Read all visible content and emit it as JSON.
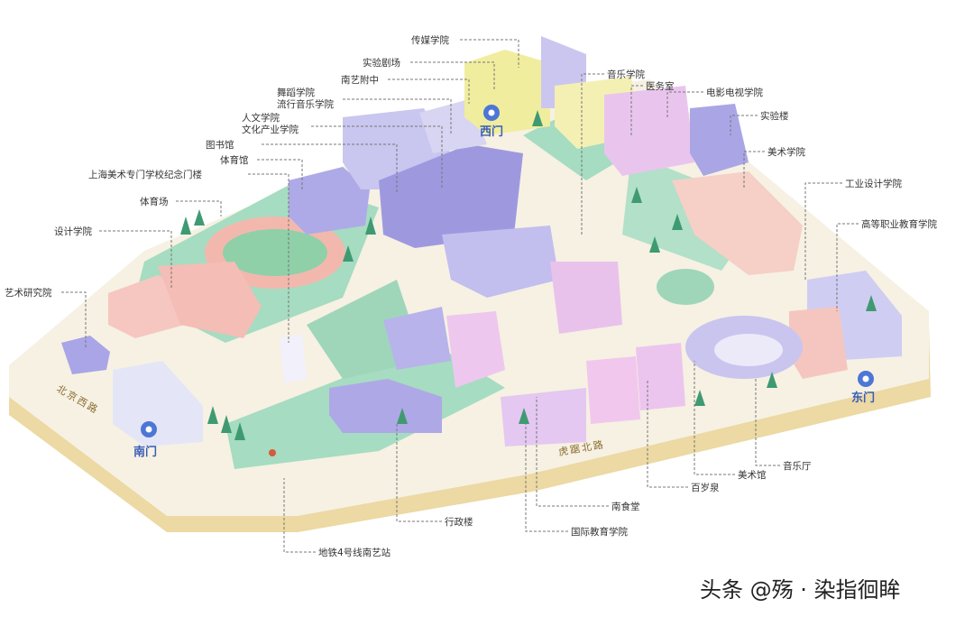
{
  "labels": [
    {
      "id": "media",
      "text": "传媒学院"
    },
    {
      "id": "theater",
      "text": "实验剧场"
    },
    {
      "id": "affiliated",
      "text": "南艺附中"
    },
    {
      "id": "dance",
      "text": "舞蹈学院"
    },
    {
      "id": "popmusic",
      "text": "流行音乐学院"
    },
    {
      "id": "humanities",
      "text": "人文学院"
    },
    {
      "id": "culture",
      "text": "文化产业学院"
    },
    {
      "id": "library",
      "text": "图书馆"
    },
    {
      "id": "gym",
      "text": "体育馆"
    },
    {
      "id": "memorial",
      "text": "上海美术专门学校纪念门楼"
    },
    {
      "id": "stadium",
      "text": "体育场"
    },
    {
      "id": "design",
      "text": "设计学院"
    },
    {
      "id": "artresearch",
      "text": "艺术研究院"
    },
    {
      "id": "music",
      "text": "音乐学院"
    },
    {
      "id": "clinic",
      "text": "医务室"
    },
    {
      "id": "film",
      "text": "电影电视学院"
    },
    {
      "id": "lab",
      "text": "实验楼"
    },
    {
      "id": "finearts",
      "text": "美术学院"
    },
    {
      "id": "industrial",
      "text": "工业设计学院"
    },
    {
      "id": "vocational",
      "text": "高等职业教育学院"
    },
    {
      "id": "concert",
      "text": "音乐厅"
    },
    {
      "id": "museum",
      "text": "美术馆"
    },
    {
      "id": "spring",
      "text": "百岁泉"
    },
    {
      "id": "canteen",
      "text": "南食堂"
    },
    {
      "id": "intl",
      "text": "国际教育学院"
    },
    {
      "id": "admin",
      "text": "行政楼"
    },
    {
      "id": "metro",
      "text": "地铁4号线南艺站"
    }
  ],
  "gates": {
    "west": "西门",
    "south": "南门",
    "east": "东门"
  },
  "roads": {
    "beijing": "北京西路",
    "hujubei": "虎踞北路"
  },
  "watermark": "头条 @殇 · 染指徊眸",
  "colors": {
    "ground": "#f4eedd",
    "base": "#f3dfa8",
    "green": "#8fd0b0",
    "building": "#b9b3ea",
    "pink": "#f5c6c0",
    "pin": "#4d76d6"
  }
}
